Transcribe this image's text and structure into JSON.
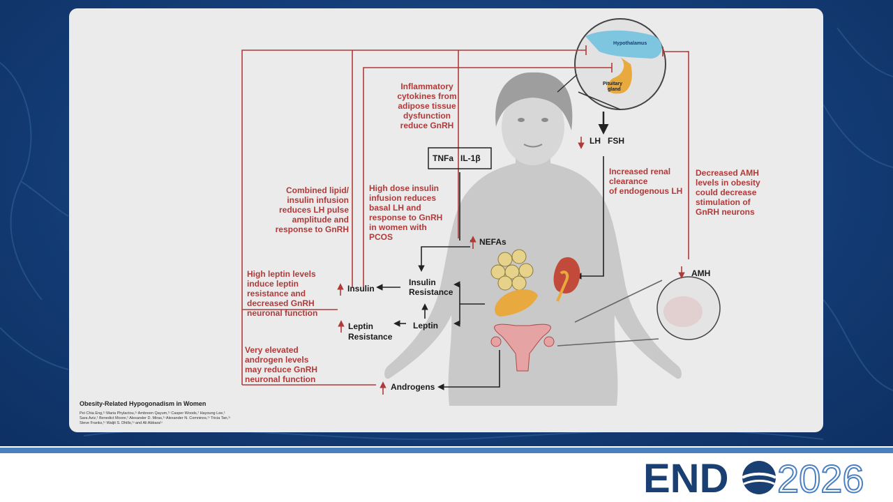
{
  "colors": {
    "accent_red": "#b03a3a",
    "brand_navy": "#1a3f72",
    "brand_blue": "#4a7fc0",
    "card_bg": "#ebebeb"
  },
  "brain": {
    "hypothalamus": "Hypothalamus",
    "pituitary_line1": "Pituitary",
    "pituitary_line2": "gland"
  },
  "inflammatory_text": [
    "Inflammatory",
    "cytokines from",
    "adipose tissue",
    "dysfunction",
    "reduce GnRH"
  ],
  "cytokines": {
    "tnf": "TNFa",
    "il1": "IL-1β"
  },
  "lh_fsh": {
    "lh": "LH",
    "fsh": "FSH"
  },
  "renal_text": [
    "Increased renal",
    "clearance",
    "of endogenous LH"
  ],
  "amh_text": [
    "Decreased AMH",
    "levels in obesity",
    "could decrease",
    "stimulation of",
    "GnRH neurons"
  ],
  "combined_text": [
    "Combined lipid/",
    "insulin infusion",
    "reduces LH pulse",
    "amplitude and",
    "response to GnRH"
  ],
  "highdose_text": [
    "High dose insulin",
    "infusion reduces",
    "basal LH and",
    "response to GnRH",
    "in women with",
    "PCOS"
  ],
  "leptin_text": [
    "High leptin levels",
    "induce leptin",
    "resistance and",
    "decreased GnRH",
    "neuronal function"
  ],
  "androgen_text": [
    "Very elevated",
    "androgen levels",
    "may reduce GnRH",
    "neuronal function"
  ],
  "nodes": {
    "nefas": "NEFAs",
    "amh": "AMH",
    "insulin": "Insulin",
    "insulin_resistance": [
      "Insulin",
      "Resistance"
    ],
    "leptin": "Leptin",
    "leptin_resistance": [
      "Leptin",
      "Resistance"
    ],
    "androgens": "Androgens"
  },
  "citation": {
    "title": "Obesity-Related Hypogonadism in Women",
    "authors": [
      "Pei Chia Eng,¹ʴ Maria Phylactou,¹ʴ Ambreen Qayum,¹ʴ Casper Woods,¹ Hayoung Lee,¹",
      "Sara Aziz,¹ Benedict Moore,¹ Alexander D. Miras,¹ʴ Alexander N. Comninos,¹ʴ Tricia Tan,¹ʴ",
      "Steve Franks,¹ʴ Waljit S. Dhillo,¹ʴ and Ali Abbara¹ʴ"
    ]
  },
  "logo": {
    "word": "END",
    "year": "2026"
  }
}
